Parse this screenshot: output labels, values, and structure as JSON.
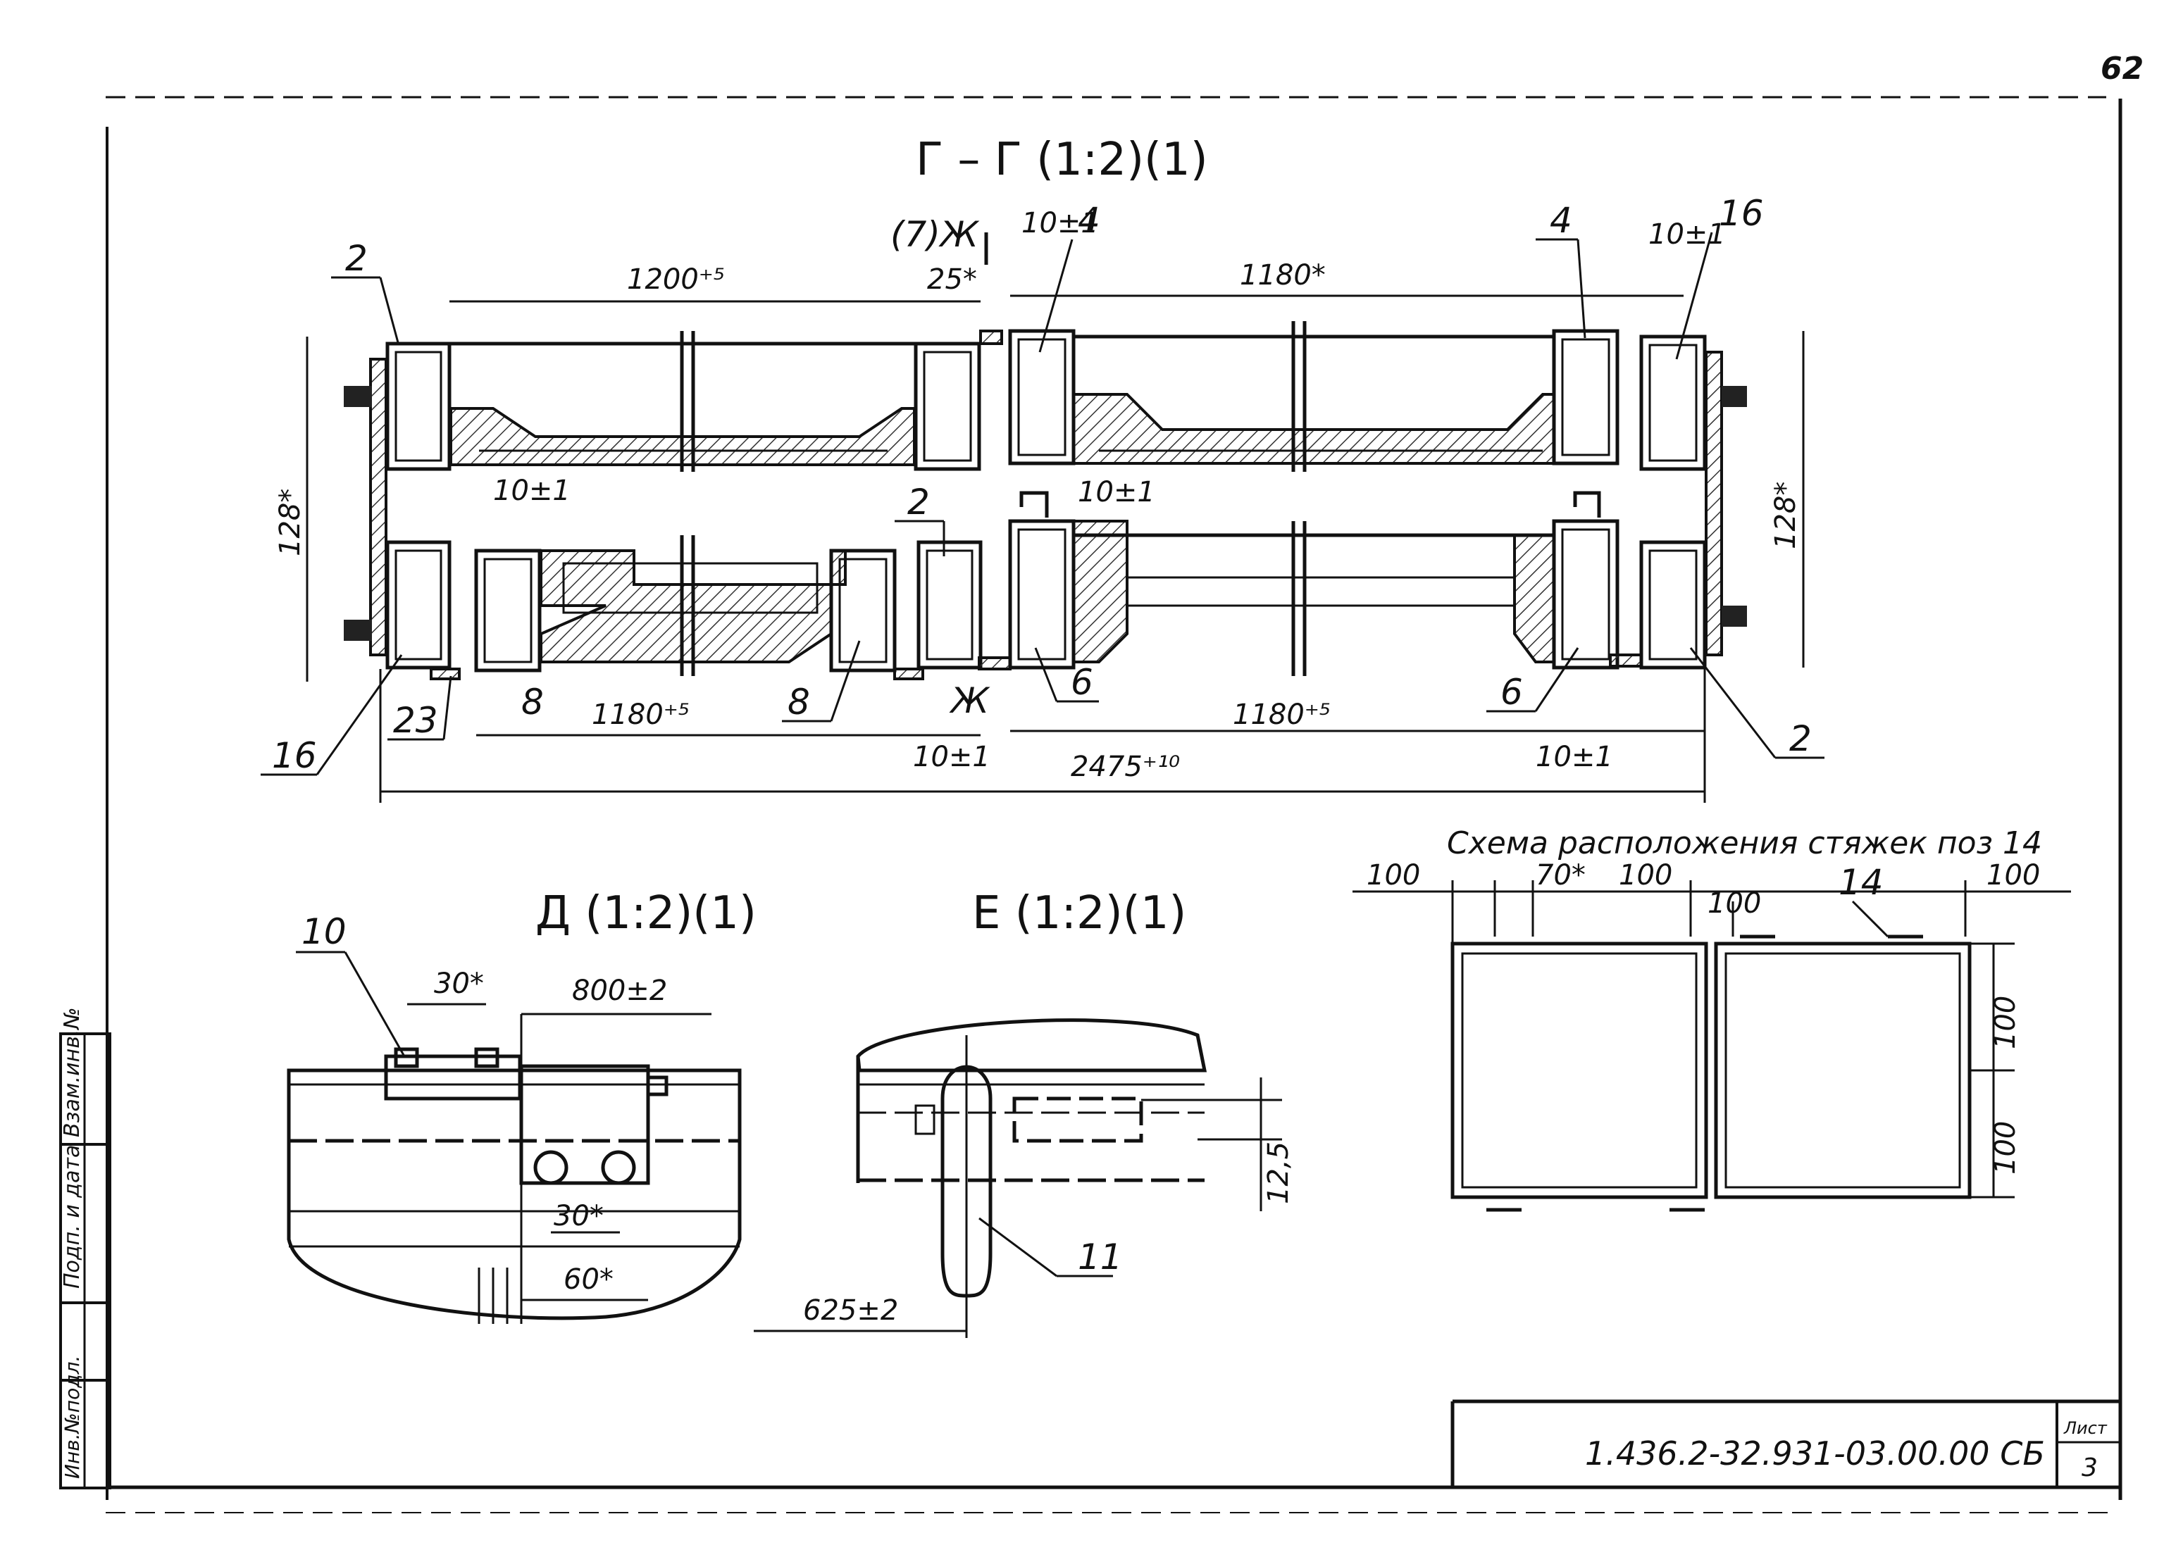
{
  "sheet": {
    "page_number": "62",
    "doc_code": "1.436.2-32.931-03.00.00 СБ",
    "sheet_label": "Лист",
    "sheet_number": "3",
    "side_stamp": [
      "Инв.№подл.",
      "Подп. и дата",
      "Взам.инв.№"
    ]
  },
  "views": {
    "section_g": {
      "title": "Г – Г (1:2)(1)",
      "marker_zh": "(7)Ж",
      "marker_zh_bottom": "Ж",
      "dims": {
        "d1200": "1200⁺⁵",
        "d25": "25*",
        "d10a": "10±1",
        "d1180a": "1180*",
        "d10b": "10±1",
        "d128left": "128*",
        "d128right": "128*",
        "d10c": "10±1",
        "d10d": "10±1",
        "d1180b": "1180⁺⁵",
        "d10e": "10±1",
        "d1180c": "1180⁺⁵",
        "d2475": "2475⁺¹⁰",
        "d10f": "10±1"
      },
      "positions": {
        "p2a": "2",
        "p4a": "4",
        "p4b": "4",
        "p16a": "16",
        "p2b": "2",
        "p16b": "16",
        "p23": "23",
        "p8a": "8",
        "p8b": "8",
        "p6a": "6",
        "p6b": "6",
        "p2c": "2"
      }
    },
    "view_d": {
      "title": "Д (1:2)(1)",
      "pos10": "10",
      "d30a": "30*",
      "d800": "800±2",
      "d30b": "30*",
      "d60": "60*"
    },
    "view_e": {
      "title": "E (1:2)(1)",
      "d12_5": "12,5",
      "pos11": "11",
      "d625": "625±2"
    },
    "scheme": {
      "title": "Схема расположения стяжек поз 14",
      "d100a": "100",
      "d70": "70*",
      "d100b": "100",
      "d100c": "100",
      "pos14": "14",
      "d100d": "100",
      "d100v1": "100",
      "d100v2": "100"
    }
  }
}
